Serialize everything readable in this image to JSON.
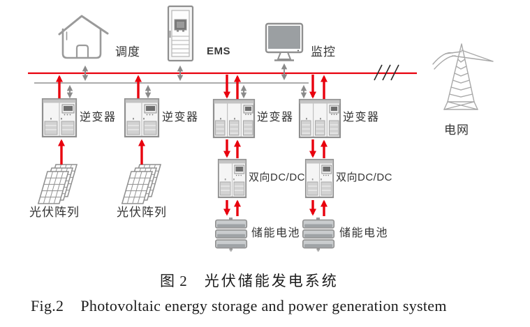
{
  "figure": {
    "caption_zh_no": "图 2",
    "caption_zh_title": "光伏储能发电系统",
    "caption_en_no": "Fig.2",
    "caption_en_title": "Photovoltaic energy storage and power generation system"
  },
  "labels": {
    "dispatch": "调度",
    "ems": "EMS",
    "monitoring": "监控",
    "inverter": "逆变器",
    "bidirectional_dcdc": "双向DC/DC",
    "pv_array": "光伏阵列",
    "storage_battery": "储能电池",
    "grid": "电网"
  },
  "colors": {
    "power_flow_red": "#e8000d",
    "signal_gray": "#8a8a8a",
    "icon_outline_gray": "#9a9a9a",
    "bus_power": "#e8000d",
    "bus_comm": "#909090"
  }
}
